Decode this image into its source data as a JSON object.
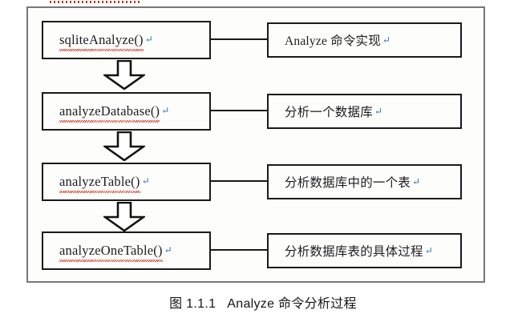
{
  "figure": {
    "caption_label": "图 1.1.1",
    "caption_title": "Analyze 命令分析过程",
    "frame_border_color": "#77777a",
    "box_border_color": "#1a1a1a",
    "background_color": "#fdfdfb",
    "spellcheck_underline_color": "#d03c2f",
    "grammar_underline_color": "#2f8a35",
    "paragraph_mark": "↵"
  },
  "flow": {
    "steps": [
      {
        "id": "sqlite-analyze",
        "function_name": "sqliteAnalyze()",
        "description": "Analyze 命令实现",
        "has_arrow_below": true
      },
      {
        "id": "analyze-database",
        "function_name": "analyzeDatabase()",
        "description": "分析一个数据库",
        "has_arrow_below": true
      },
      {
        "id": "analyze-table",
        "function_name": "analyzeTable()",
        "description": "分析数据库中的一个表",
        "has_arrow_below": true
      },
      {
        "id": "analyze-one-table",
        "function_name": "analyzeOneTable()",
        "description": "分析数据库表的具体过程",
        "has_arrow_below": false
      }
    ]
  }
}
